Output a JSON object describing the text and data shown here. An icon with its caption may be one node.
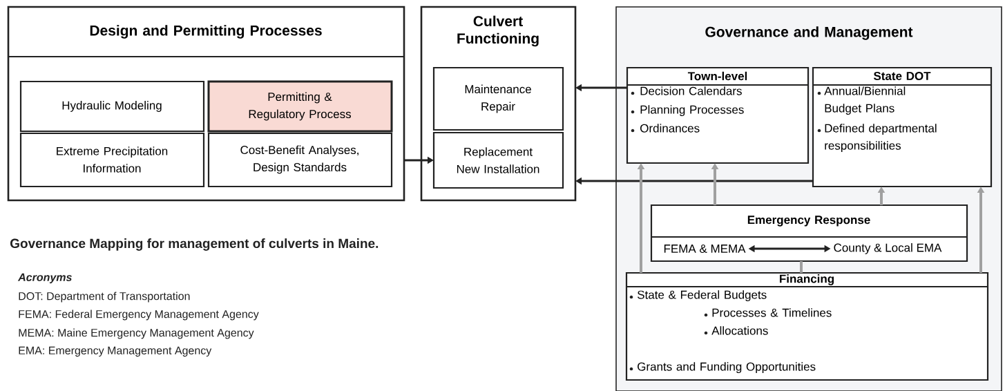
{
  "diagram": {
    "caption": "Governance Mapping for management of culverts in Maine.",
    "nodes": [
      {
        "text": [
          "Design and Permitting Processes"
        ]
      },
      {
        "text": [
          "Hydraulic Modeling"
        ],
        "in": 0
      },
      {
        "text": [
          "Permitting & Regulatory Process"
        ],
        "in": 0
      },
      {
        "text": [
          "Extreme Precipitation Information"
        ],
        "in": 0
      },
      {
        "text": [
          "Cost-Benefit Analyses, Design Standards"
        ],
        "in": 0
      },
      {
        "text": [
          "Culvert Functioning"
        ]
      },
      {
        "text": [
          "Maintenance Repair"
        ],
        "in": 5
      },
      {
        "text": [
          "Replacement New Installation"
        ],
        "in": 5
      },
      {
        "text": [
          "Governance and Management"
        ]
      },
      {
        "text": [
          "Town-level",
          "Decision Calendars",
          "Planning Processes",
          "Ordinances"
        ],
        "in": 8
      },
      {
        "text": [
          "State DOT",
          "Annual/Biennial Budget Plans",
          "Defined departmental responsibilities"
        ],
        "in": 8
      },
      {
        "text": [
          "Emergency Response"
        ],
        "in": 8
      },
      {
        "text": [
          "FEMA & MEMA"
        ],
        "in": 11
      },
      {
        "text": [
          "County & Local EMA"
        ],
        "in": 11
      },
      {
        "text": [
          "Financing",
          "State & Federal Budgets",
          "Processes & Timelines",
          "Allocations",
          "Grants and Funding Opportunities"
        ],
        "in": 8
      }
    ],
    "edges": [
      {
        "from": 0,
        "to": 7,
        "arrow": "to",
        "color": "#222222"
      },
      {
        "from": 9,
        "to": 5,
        "arrow": "to",
        "color": "#222222"
      },
      {
        "from": 10,
        "to": 5,
        "arrow": "to",
        "color": "#222222"
      },
      {
        "from": 14,
        "to": 9,
        "arrow": "to"
      },
      {
        "from": 11,
        "to": 9,
        "arrow": "to"
      },
      {
        "from": 11,
        "to": 10,
        "arrow": "to"
      },
      {
        "from": 14,
        "to": 10,
        "arrow": "to"
      },
      {
        "from": 14,
        "to": 11,
        "arrow": "none"
      },
      {
        "from": 12,
        "to": 13,
        "arrow": "both",
        "color": "#222222"
      }
    ],
    "labels": [
      "Acronyms",
      "DOT: Department of Transportation",
      "FEMA: Federal Emergency Management Agency",
      "MEMA: Maine Emergency Management Agency",
      "EMA: Emergency Management Agency"
    ]
  }
}
